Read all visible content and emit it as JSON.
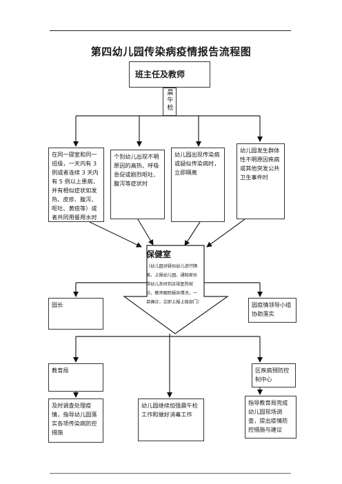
{
  "title": "第四幼儿园传染病疫情报告流程图",
  "nodes": {
    "head": "班主任及教师",
    "morning_check": "晨午检",
    "case1": "在同一寝室和同一班级，一天内有 3 例或者连续 3 天内有 5 例以上患病，并有相似症状如发热、皮疹、腹泻、呕吐、黄疸等）或者共同用餐用水时",
    "case2": "个别幼儿出现不明原因的高热、呼吸急促或剧烈呕吐、腹泻等症状时",
    "case3": "幼儿园出现传染病或疑似传染病时，立即隔离",
    "case4": "幼儿园发生群体性不明原因疾病或其他突发公共卫生事件时",
    "clinic_title": "保健室",
    "clinic_body": "（幼儿园对疑似幼儿进行隔离，上报幼儿园，通知家长带幼儿及时到正规医院就诊，教师跟踪报告情况，一旦确诊，立即上报上级部门）",
    "director": "园长",
    "epidemic_group": "园疫情领导小组协助落实",
    "education_bureau": "教育局",
    "district_cdc": "区疾病预防控制中心",
    "action1": "及时调查处理疫情，指导幼儿园落实各项传染病防控措施",
    "action2": "幼儿园继续加强晨午检工作和做好消毒工作",
    "action3": "指导教育局完成幼儿园现场调查，提出疫情防控措施与建议"
  }
}
